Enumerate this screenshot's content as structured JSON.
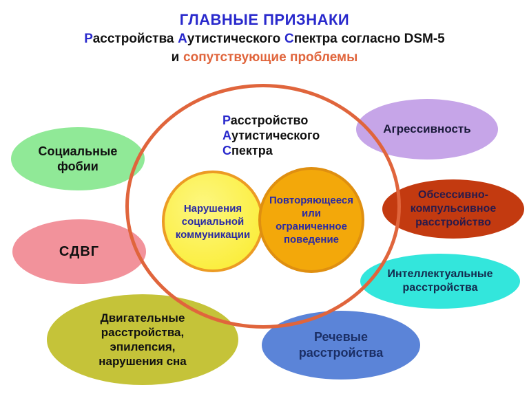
{
  "header": {
    "line1": "ГЛАВНЫЕ ПРИЗНАКИ",
    "line2": {
      "w1_initial": "Р",
      "w1_rest": "асстройства",
      "w2_initial": "А",
      "w2_rest": "утистического",
      "w3_initial": "С",
      "w3_rest": "пектра",
      "tail": "согласно DSM-5"
    },
    "line3": {
      "prefix": "и",
      "emphasis": "сопутствующие проблемы"
    }
  },
  "ring_label": {
    "w1_initial": "Р",
    "w1_rest": "асстройство",
    "w2_initial": "А",
    "w2_rest": "утистического",
    "w3_initial": "С",
    "w3_rest": "пектра"
  },
  "venn": {
    "left_label": "Нарушения социальной коммуникации",
    "right_label": "Повторяющееся или ограниченное поведение",
    "text_color": "#2a2aa4",
    "left_fill": "#fbee3f",
    "left_border": "#ec9b24",
    "right_fill": "#f3a80a",
    "right_border": "#df8f10"
  },
  "colors": {
    "title_blue": "#2929cc",
    "accent_blue": "#2929cc",
    "body_black": "#111111",
    "emphasis_orange": "#e0653c",
    "ring_stroke": "#e0653c"
  },
  "satellites": {
    "social_phobias": {
      "label": "Социальные фобии",
      "fill": "#90e997",
      "text_color": "#111111"
    },
    "adhd": {
      "label": "СДВГ",
      "fill": "#f2929b",
      "text_color": "#111111"
    },
    "motor": {
      "label": "Двигательные расстройства, эпилепсия, нарушения сна",
      "fill": "#c5c339",
      "text_color": "#111111"
    },
    "aggression": {
      "label": "Агрессивность",
      "fill": "#c6a5e8",
      "text_color": "#1a1a3a"
    },
    "ocd": {
      "label": "Обсессивно-компульсивное расстройство",
      "fill": "#c33a10",
      "text_color": "#2a1a4a"
    },
    "intellectual": {
      "label": "Интеллектуальные расстройства",
      "fill": "#33e6dc",
      "text_color": "#13294d"
    },
    "speech": {
      "label": "Речевые расстройства",
      "fill": "#5b84d8",
      "text_color": "#1b2f66"
    }
  }
}
